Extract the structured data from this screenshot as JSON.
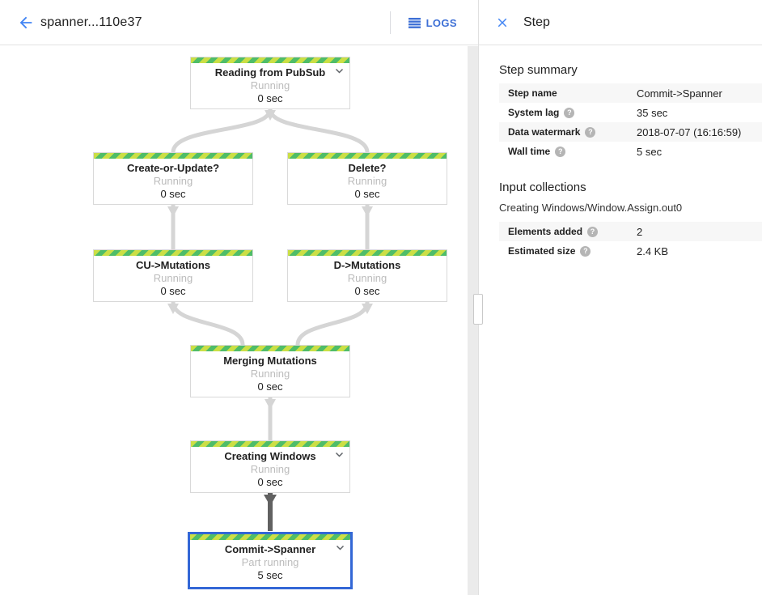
{
  "header": {
    "title": "spanner...110e37",
    "logs_label": "LOGS"
  },
  "panel": {
    "title": "Step",
    "step_summary": {
      "heading": "Step summary",
      "rows": [
        {
          "label": "Step name",
          "value": "Commit->Spanner"
        },
        {
          "label": "System lag",
          "value": "35 sec"
        },
        {
          "label": "Data watermark",
          "value": "2018-07-07 (16:16:59)"
        },
        {
          "label": "Wall time",
          "value": "5 sec"
        }
      ]
    },
    "input_collections": {
      "heading": "Input collections",
      "collection_name": "Creating Windows/Window.Assign.out0",
      "rows": [
        {
          "label": "Elements added",
          "value": "2"
        },
        {
          "label": "Estimated size",
          "value": "2.4 KB"
        }
      ]
    }
  },
  "graph": {
    "nodes": [
      {
        "title": "Reading from PubSub",
        "status": "Running",
        "time": "0 sec",
        "expandable": true,
        "selected": false
      },
      {
        "title": "Create-or-Update?",
        "status": "Running",
        "time": "0 sec",
        "expandable": false,
        "selected": false
      },
      {
        "title": "Delete?",
        "status": "Running",
        "time": "0 sec",
        "expandable": false,
        "selected": false
      },
      {
        "title": "CU->Mutations",
        "status": "Running",
        "time": "0 sec",
        "expandable": false,
        "selected": false
      },
      {
        "title": "D->Mutations",
        "status": "Running",
        "time": "0 sec",
        "expandable": false,
        "selected": false
      },
      {
        "title": "Merging Mutations",
        "status": "Running",
        "time": "0 sec",
        "expandable": false,
        "selected": false
      },
      {
        "title": "Creating Windows",
        "status": "Running",
        "time": "0 sec",
        "expandable": true,
        "selected": false
      },
      {
        "title": "Commit->Spanner",
        "status": "Part running",
        "time": "5 sec",
        "expandable": true,
        "selected": true
      }
    ]
  },
  "colors": {
    "accent_blue": "#4285f4",
    "logs_blue": "#3e70d6",
    "selected_border": "#3367d6",
    "stripe_light": "#cbdf45",
    "stripe_dark": "#4fbd68",
    "edge_gray": "#d5d5d5",
    "edge_dark": "#616161",
    "status_gray": "#bcbcbc",
    "row_alt_bg": "#f7f7f7"
  }
}
